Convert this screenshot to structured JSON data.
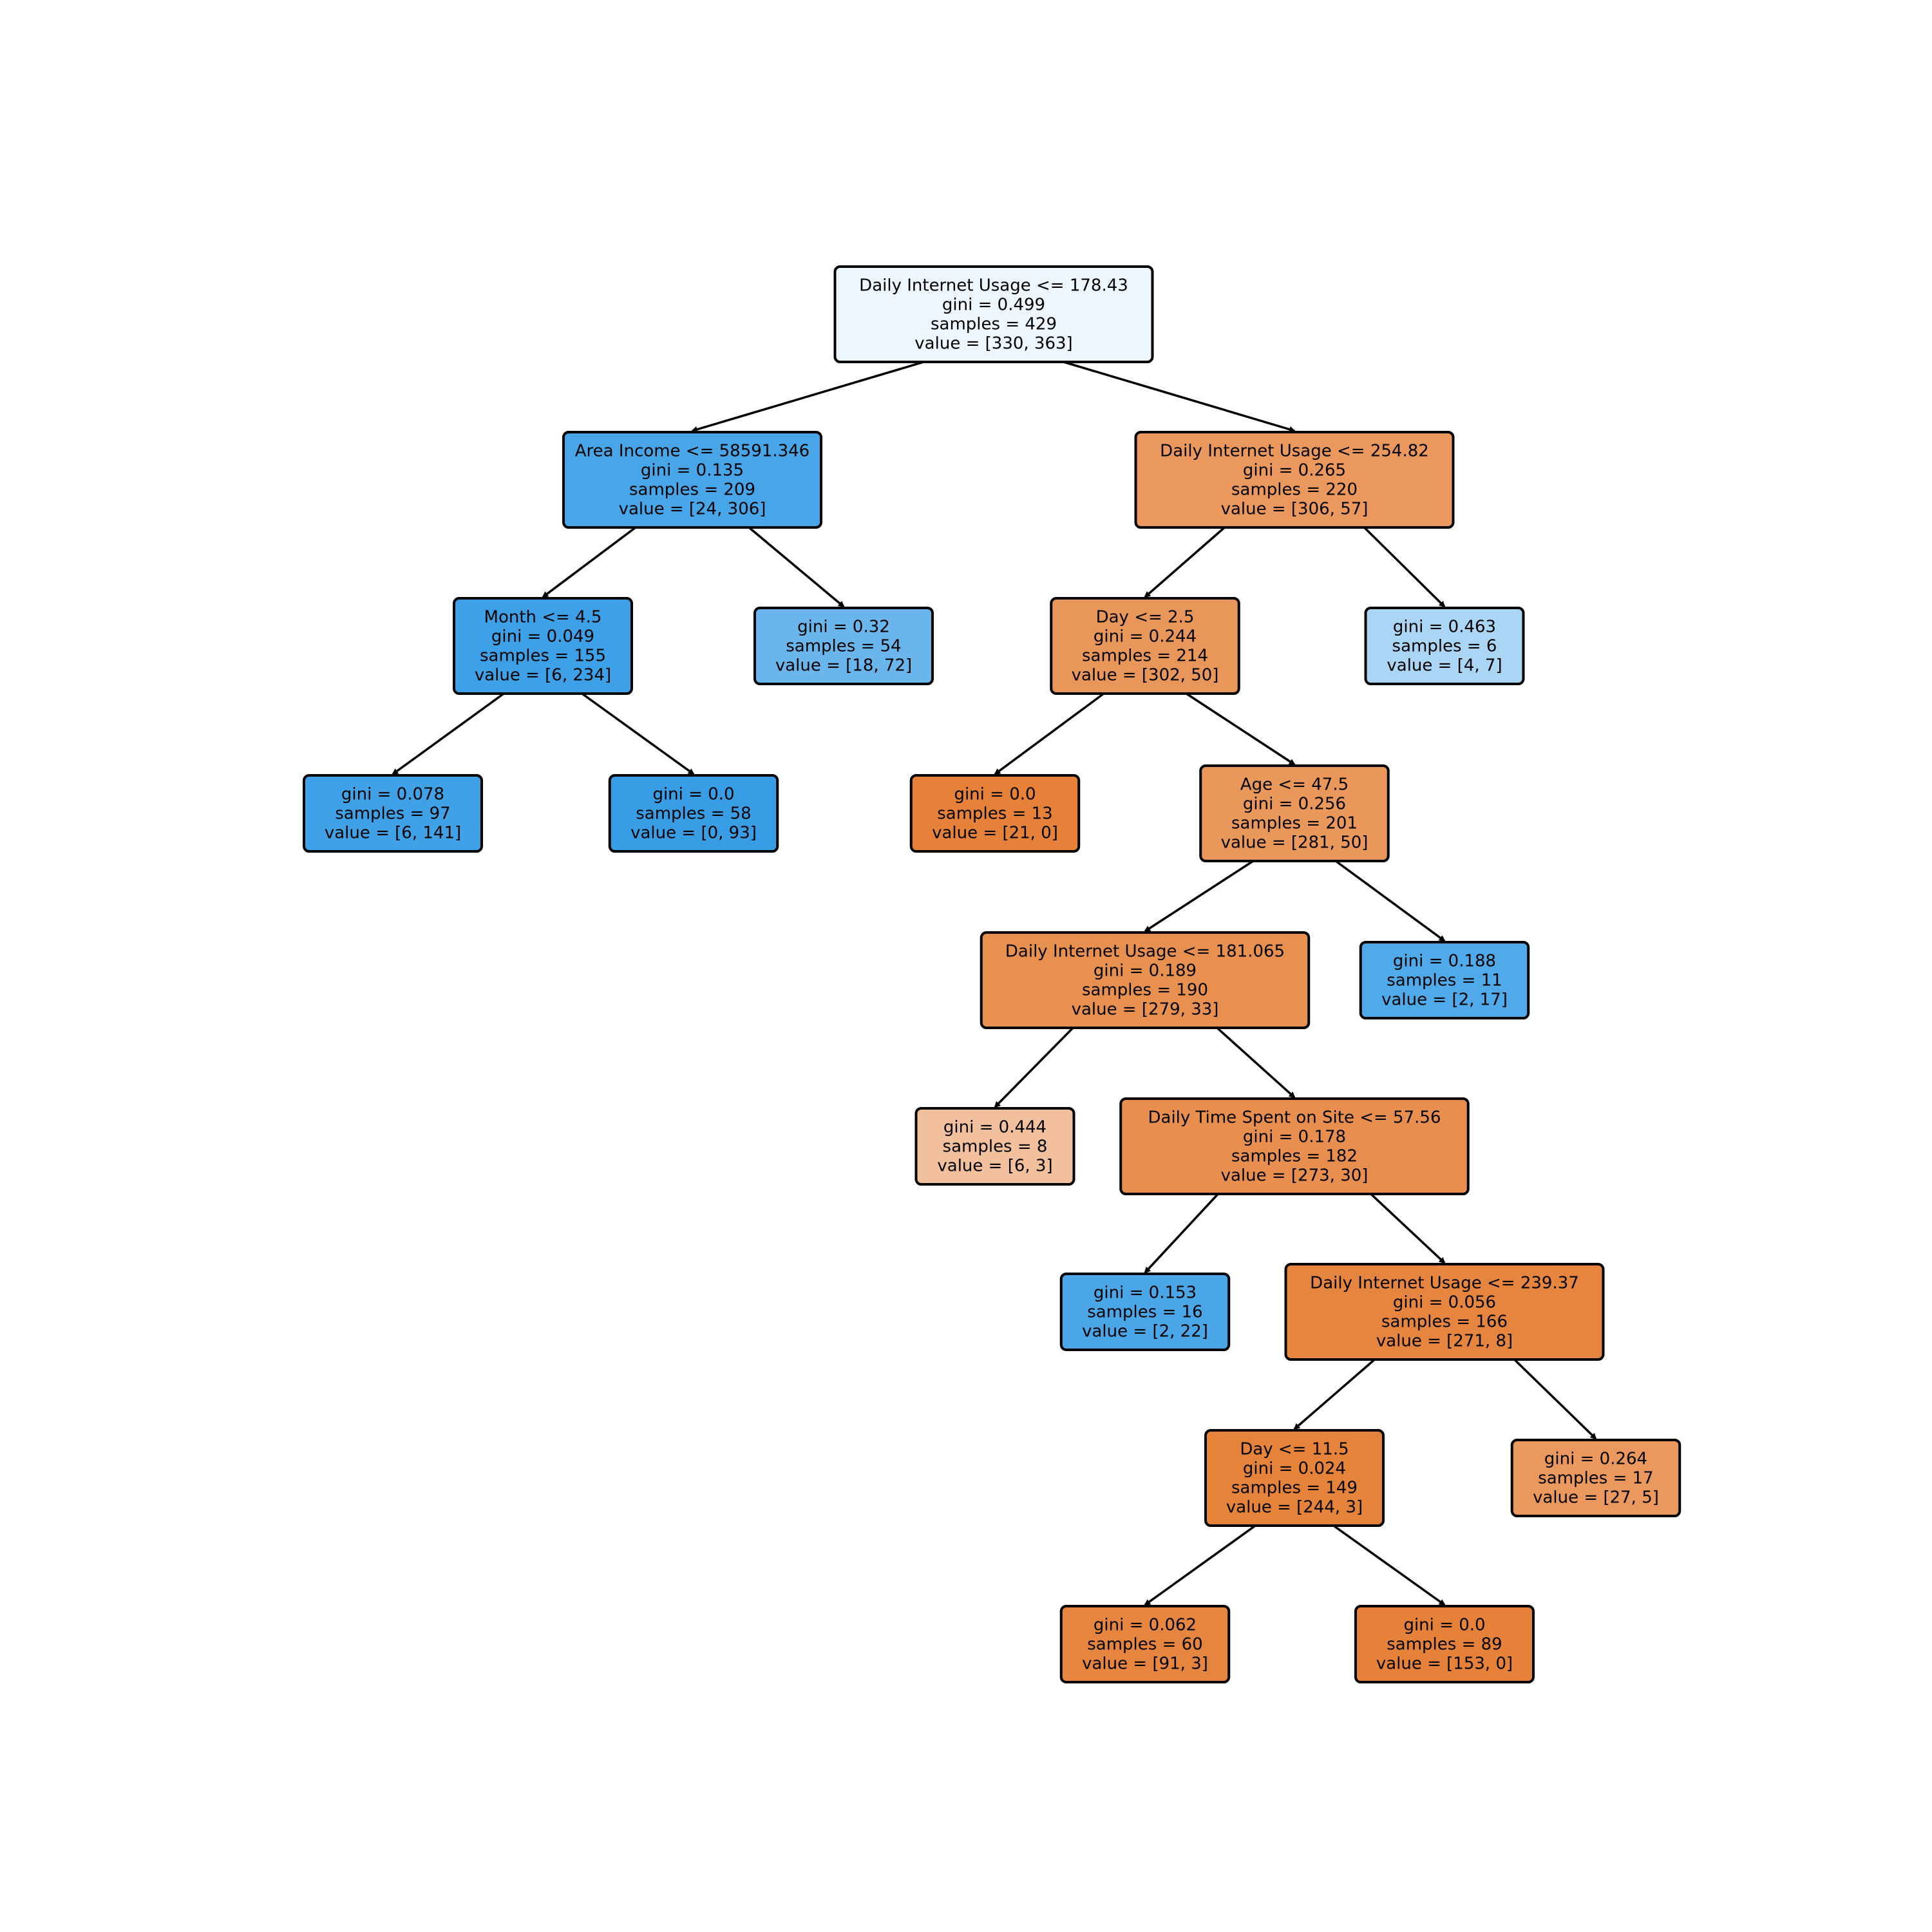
{
  "colors": {
    "class0": "#e58139",
    "class1": "#399de5"
  },
  "nodes": [
    {
      "id": "root",
      "lines": [
        "Daily Internet Usage <= 178.43",
        "gini = 0.499",
        "samples = 429",
        "value = [330, 363]"
      ],
      "fill": "#edf6fd"
    },
    {
      "id": "n1",
      "lines": [
        "Area Income <= 58591.346",
        "gini = 0.135",
        "samples = 209",
        "value = [24, 306]"
      ],
      "fill": "#48a5e7"
    },
    {
      "id": "n2",
      "lines": [
        "Month <= 4.5",
        "gini = 0.049",
        "samples = 155",
        "value = [6, 234]"
      ],
      "fill": "#3ea0e6"
    },
    {
      "id": "n3",
      "lines": [
        "gini = 0.078",
        "samples = 97",
        "value = [6, 141]"
      ],
      "fill": "#41a1e6"
    },
    {
      "id": "n4",
      "lines": [
        "gini = 0.0",
        "samples = 58",
        "value = [0, 93]"
      ],
      "fill": "#399de5"
    },
    {
      "id": "n5",
      "lines": [
        "gini = 0.32",
        "samples = 54",
        "value = [18, 72]"
      ],
      "fill": "#6ab6ec"
    },
    {
      "id": "n6",
      "lines": [
        "Daily Internet Usage <= 254.82",
        "gini = 0.265",
        "samples = 220",
        "value = [306, 57]"
      ],
      "fill": "#ea985e"
    },
    {
      "id": "n7",
      "lines": [
        "Day <= 2.5",
        "gini = 0.244",
        "samples = 214",
        "value = [302, 50]"
      ],
      "fill": "#e9965a"
    },
    {
      "id": "n8",
      "lines": [
        "gini = 0.0",
        "samples = 13",
        "value = [21, 0]"
      ],
      "fill": "#e58139"
    },
    {
      "id": "n9",
      "lines": [
        "Age <= 47.5",
        "gini = 0.256",
        "samples = 201",
        "value = [281, 50]"
      ],
      "fill": "#ea975c"
    },
    {
      "id": "n10",
      "lines": [
        "Daily Internet Usage <= 181.065",
        "gini = 0.189",
        "samples = 190",
        "value = [279, 33]"
      ],
      "fill": "#e89050"
    },
    {
      "id": "n11",
      "lines": [
        "gini = 0.444",
        "samples = 8",
        "value = [6, 3]"
      ],
      "fill": "#f2c09c"
    },
    {
      "id": "n12",
      "lines": [
        "Daily Time Spent on Site <= 57.56",
        "gini = 0.178",
        "samples = 182",
        "value = [273, 30]"
      ],
      "fill": "#e88f4f"
    },
    {
      "id": "n13",
      "lines": [
        "gini = 0.153",
        "samples = 16",
        "value = [2, 22]"
      ],
      "fill": "#4ba6e7"
    },
    {
      "id": "n14",
      "lines": [
        "Daily Internet Usage <= 239.37",
        "gini = 0.056",
        "samples = 166",
        "value = [271, 8]"
      ],
      "fill": "#e6853f"
    },
    {
      "id": "n15",
      "lines": [
        "Day <= 11.5",
        "gini = 0.024",
        "samples = 149",
        "value = [244, 3]"
      ],
      "fill": "#e5833b"
    },
    {
      "id": "n16",
      "lines": [
        "gini = 0.062",
        "samples = 60",
        "value = [91, 3]"
      ],
      "fill": "#e68540"
    },
    {
      "id": "n17",
      "lines": [
        "gini = 0.0",
        "samples = 89",
        "value = [153, 0]"
      ],
      "fill": "#e58139"
    },
    {
      "id": "n18",
      "lines": [
        "gini = 0.264",
        "samples = 17",
        "value = [27, 5]"
      ],
      "fill": "#ea985e"
    },
    {
      "id": "n19",
      "lines": [
        "gini = 0.188",
        "samples = 11",
        "value = [2, 17]"
      ],
      "fill": "#50a9e8"
    },
    {
      "id": "n20",
      "lines": [
        "gini = 0.463",
        "samples = 6",
        "value = [4, 7]"
      ],
      "fill": "#aad5f4"
    }
  ],
  "edges": [
    [
      "root",
      "n1"
    ],
    [
      "root",
      "n6"
    ],
    [
      "n1",
      "n2"
    ],
    [
      "n1",
      "n5"
    ],
    [
      "n2",
      "n3"
    ],
    [
      "n2",
      "n4"
    ],
    [
      "n6",
      "n7"
    ],
    [
      "n6",
      "n20"
    ],
    [
      "n7",
      "n8"
    ],
    [
      "n7",
      "n9"
    ],
    [
      "n9",
      "n10"
    ],
    [
      "n9",
      "n19"
    ],
    [
      "n10",
      "n11"
    ],
    [
      "n10",
      "n12"
    ],
    [
      "n12",
      "n13"
    ],
    [
      "n12",
      "n14"
    ],
    [
      "n14",
      "n15"
    ],
    [
      "n14",
      "n18"
    ],
    [
      "n15",
      "n16"
    ],
    [
      "n15",
      "n17"
    ]
  ]
}
